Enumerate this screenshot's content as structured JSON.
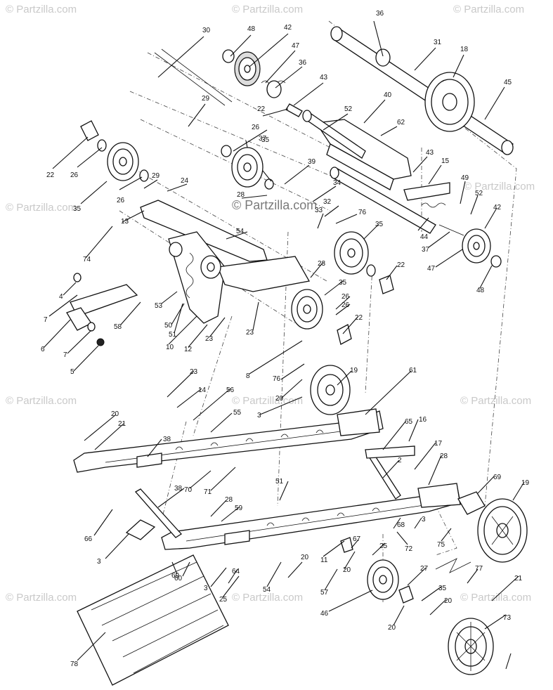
{
  "watermarks": {
    "corner": "© Partzilla.com",
    "center": "© Partzilla.com"
  },
  "callouts": [
    "36",
    "30",
    "48",
    "42",
    "31",
    "18",
    "47",
    "45",
    "36",
    "43",
    "29",
    "22",
    "40",
    "52",
    "62",
    "26",
    "37",
    "22",
    "35",
    "26",
    "39",
    "43",
    "15",
    "26",
    "29",
    "24",
    "28",
    "34",
    "49",
    "35",
    "33",
    "32",
    "52",
    "13",
    "54",
    "76",
    "44",
    "42",
    "74",
    "35",
    "37",
    "47",
    "22",
    "48",
    "4",
    "23",
    "35",
    "7",
    "53",
    "26",
    "26",
    "58",
    "51",
    "50",
    "23",
    "22",
    "6",
    "10",
    "12",
    "23",
    "7",
    "8",
    "5",
    "76",
    "23",
    "14",
    "56",
    "20",
    "19",
    "61",
    "20",
    "55",
    "21",
    "38",
    "3",
    "65",
    "16",
    "17",
    "70",
    "2",
    "28",
    "71",
    "51",
    "69",
    "19",
    "38",
    "28",
    "59",
    "66",
    "68",
    "3",
    "3",
    "67",
    "25",
    "75",
    "72",
    "20",
    "11",
    "20",
    "27",
    "69",
    "60",
    "64",
    "3",
    "54",
    "57",
    "35",
    "46",
    "20",
    "25",
    "20",
    "21",
    "77",
    "73",
    "78"
  ]
}
